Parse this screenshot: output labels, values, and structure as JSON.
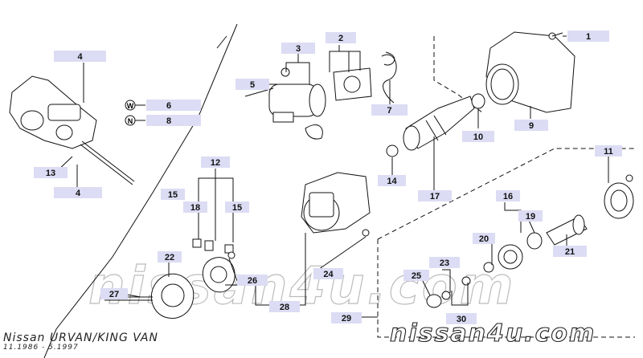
{
  "caption": {
    "model": "Nissan URVAN/KING VAN",
    "production_range": "11.1986 - 5.1997"
  },
  "watermarks": {
    "large": "nissan4u.com",
    "small": "nissan4u.com"
  },
  "badge_letters": {
    "w": "W",
    "n": "N"
  },
  "colors": {
    "label_box": "#dcdcf4",
    "line": "#111111",
    "watermark": "#bcbcbc"
  },
  "callouts": [
    "1",
    "2",
    "3",
    "4",
    "4",
    "5",
    "6",
    "7",
    "8",
    "9",
    "10",
    "11",
    "12",
    "13",
    "14",
    "15",
    "15",
    "16",
    "17",
    "18",
    "19",
    "20",
    "21",
    "22",
    "23",
    "24",
    "25",
    "26",
    "27",
    "28",
    "29",
    "30"
  ]
}
